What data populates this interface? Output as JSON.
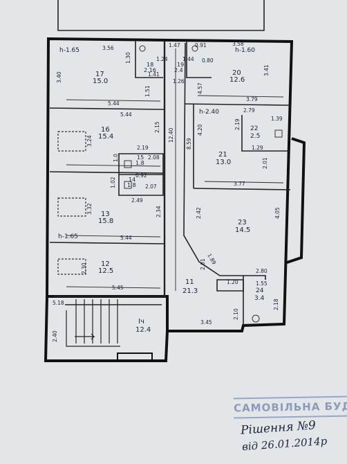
{
  "stamp_text": "САМОВІЛЬНА БУД",
  "handwritten": {
    "line1": "Рішення №9",
    "line2": "від 26.01.2014р"
  },
  "rooms": [
    {
      "id": "20",
      "area": "12.6"
    },
    {
      "id": "17",
      "area": "15.0"
    },
    {
      "id": "16",
      "area": "15.4"
    },
    {
      "id": "13",
      "area": "15.8"
    },
    {
      "id": "12",
      "area": "12.5"
    },
    {
      "id": "21",
      "area": "13.0"
    },
    {
      "id": "22",
      "area": "2.5"
    },
    {
      "id": "23",
      "area": "14.5"
    },
    {
      "id": "11",
      "area": "21.3"
    },
    {
      "id": "24",
      "area": "3.4"
    },
    {
      "id": "Іч",
      "area": "12.4"
    },
    {
      "id": "18",
      "area": "2.16"
    },
    {
      "id": "19",
      "area": "2.4"
    },
    {
      "id": "15",
      "area": "1.8"
    },
    {
      "id": "14",
      "area": "1.8"
    }
  ],
  "height_marks": [
    "h-1.65",
    "h-1.60",
    "h-2.40",
    "h-1.65"
  ],
  "dimensions": [
    "3.56",
    "1.47",
    "0.91",
    "3.58",
    "3.40",
    "1.30",
    "1.41",
    "0.80",
    "3.41",
    "1.24",
    "1.44",
    "1.51",
    "1.26",
    "4.57",
    "5.44",
    "3.79",
    "5.44",
    "2.79",
    "2.19",
    "2.15",
    "1.39",
    "12.40",
    "8.59",
    "4.20",
    "1.29",
    "3.24",
    "2.19",
    "2.01",
    "1.0",
    "2.08",
    "3.77",
    "1.02",
    "0.92",
    "2.07",
    "2.49",
    "2.42",
    "4.05",
    "3.32",
    "2.34",
    "5.44",
    "1.89",
    "2.30",
    "2.80",
    "2.01",
    "5.45",
    "1.20",
    "1.55",
    "2.10",
    "2.18",
    "5.18",
    "3.45",
    "2.40"
  ]
}
